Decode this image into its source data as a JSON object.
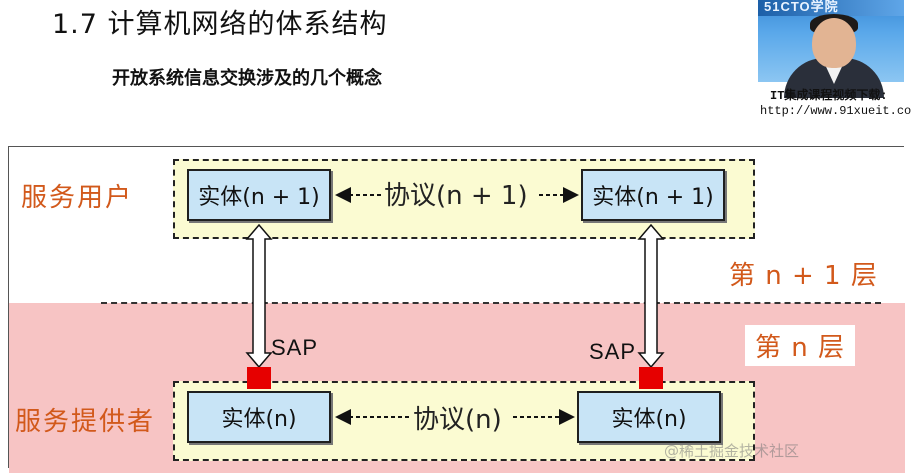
{
  "slide": {
    "title": "1.7   计算机网络的体系结构",
    "subtitle": "开放系统信息交换涉及的几个概念"
  },
  "presenter": {
    "banner_text": "51CTO学院",
    "caption_line1": "IT集成课程视频下载:",
    "caption_line2": "http://www.91xueit.co"
  },
  "diagram": {
    "upper_role": "服务用户",
    "lower_role": "服务提供者",
    "upper_layer_label": "第 n + 1 层",
    "lower_layer_label": "第 n 层",
    "upper_left_entity": "实体(n + 1)",
    "upper_right_entity": "实体(n + 1)",
    "upper_protocol": "协议(n + 1)",
    "lower_left_entity": "实体(n)",
    "lower_right_entity": "实体(n)",
    "lower_protocol": "协议(n)",
    "sap_left": "SAP",
    "sap_right": "SAP",
    "colors": {
      "lower_zone": "#f7c4c4",
      "group_fill": "#fbfbd2",
      "entity_fill": "#c8e4f6",
      "label_text": "#d2591b",
      "sap_point": "#e60000"
    }
  },
  "watermark": "@稀土掘金技术社区"
}
